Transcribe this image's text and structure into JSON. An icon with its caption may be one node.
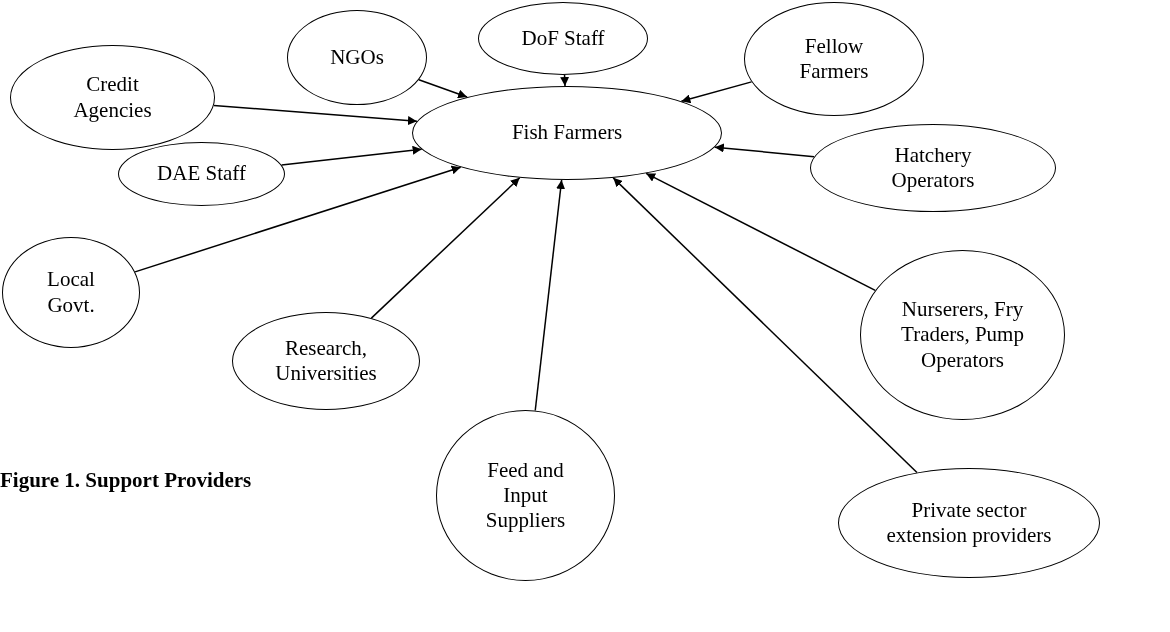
{
  "diagram": {
    "caption": "Figure 1. Support Providers",
    "nodes": [
      {
        "text": [
          "NGOs"
        ]
      },
      {
        "text": [
          "DoF Staff"
        ]
      },
      {
        "text": [
          "Fellow Farmers"
        ]
      },
      {
        "text": [
          "Credit Agencies"
        ]
      },
      {
        "text": [
          "Fish Farmers"
        ]
      },
      {
        "text": [
          "Hatchery Operators"
        ]
      },
      {
        "text": [
          "DAE Staff"
        ]
      },
      {
        "text": [
          "Local Govt."
        ]
      },
      {
        "text": [
          "Nurserers, Fry Traders, Pump Operators"
        ]
      },
      {
        "text": [
          "Research, Universities"
        ]
      },
      {
        "text": [
          "Feed and Input Suppliers"
        ]
      },
      {
        "text": [
          "Private sector extension providers"
        ]
      }
    ],
    "edges": [
      {
        "from": 0,
        "to": 4,
        "arrow": "to"
      },
      {
        "from": 1,
        "to": 4,
        "arrow": "to"
      },
      {
        "from": 2,
        "to": 4,
        "arrow": "to"
      },
      {
        "from": 3,
        "to": 4,
        "arrow": "to"
      },
      {
        "from": 5,
        "to": 4,
        "arrow": "to"
      },
      {
        "from": 6,
        "to": 4,
        "arrow": "to"
      },
      {
        "from": 7,
        "to": 4,
        "arrow": "to"
      },
      {
        "from": 8,
        "to": 4,
        "arrow": "to"
      },
      {
        "from": 9,
        "to": 4,
        "arrow": "to"
      },
      {
        "from": 10,
        "to": 4,
        "arrow": "to"
      },
      {
        "from": 11,
        "to": 4,
        "arrow": "to"
      }
    ]
  }
}
